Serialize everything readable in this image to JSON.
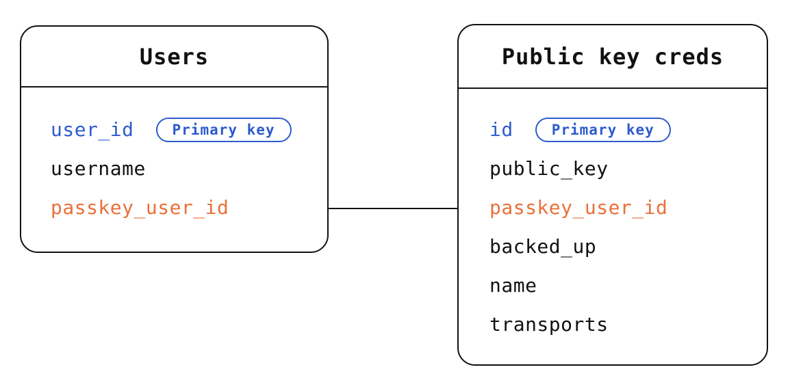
{
  "colors": {
    "primary_key_blue": "#2d5bce",
    "foreign_key_orange": "#e8713a",
    "text_and_border_black": "#111111",
    "background": "#ffffff"
  },
  "tables": [
    {
      "title": "Users",
      "fields": [
        {
          "name": "user_id",
          "badge": "Primary key",
          "role": "primary-key"
        },
        {
          "name": "username",
          "role": "normal"
        },
        {
          "name": "passkey_user_id",
          "role": "foreign-key"
        }
      ]
    },
    {
      "title": "Public key creds",
      "fields": [
        {
          "name": "id",
          "badge": "Primary key",
          "role": "primary-key"
        },
        {
          "name": "public_key",
          "role": "normal"
        },
        {
          "name": "passkey_user_id",
          "role": "foreign-key"
        },
        {
          "name": "backed_up",
          "role": "normal"
        },
        {
          "name": "name",
          "role": "normal"
        },
        {
          "name": "transports",
          "role": "normal"
        }
      ]
    }
  ],
  "relationship": {
    "from_table": "Users",
    "from_field": "passkey_user_id",
    "to_table": "Public key creds",
    "to_field": "passkey_user_id"
  }
}
